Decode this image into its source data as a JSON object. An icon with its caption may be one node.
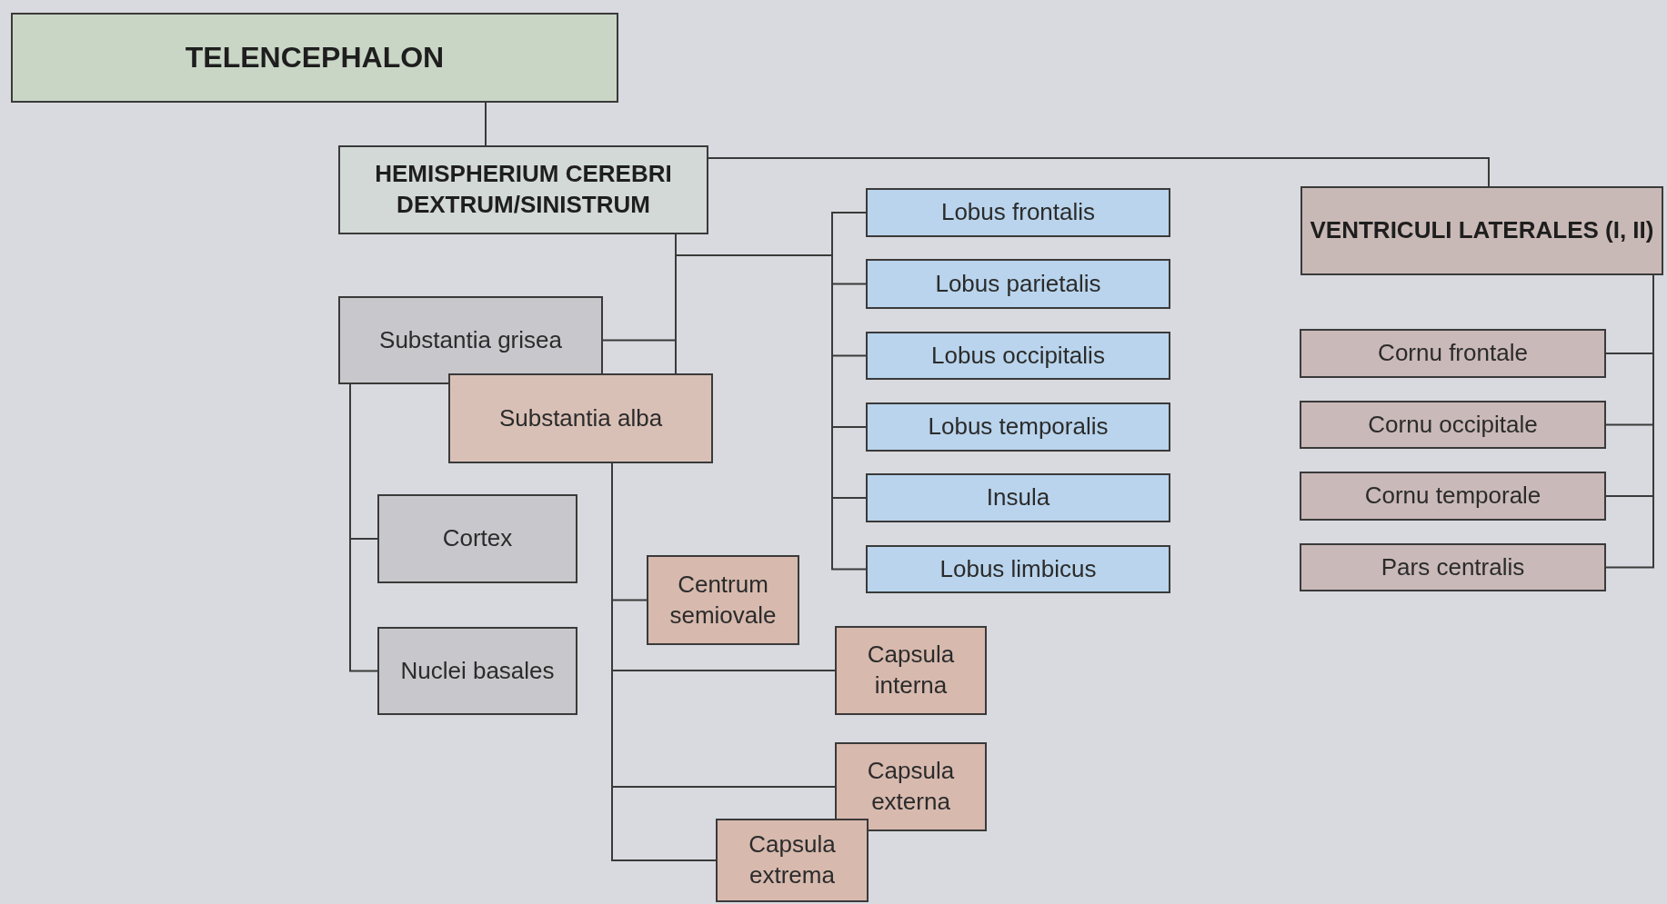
{
  "diagram": {
    "nodes": [
      {
        "text": [
          "TELENCEPHALON"
        ]
      },
      {
        "text": [
          "HEMISPHERIUM CEREBRI DEXTRUM/SINISTRUM"
        ]
      },
      {
        "text": [
          "VENTRICULI LATERALES (I, II)"
        ]
      },
      {
        "text": [
          "Substantia grisea"
        ]
      },
      {
        "text": [
          "Substantia alba"
        ]
      },
      {
        "text": [
          "Cortex"
        ]
      },
      {
        "text": [
          "Nuclei basales"
        ]
      },
      {
        "text": [
          "Centrum semiovale"
        ]
      },
      {
        "text": [
          "Capsula interna"
        ]
      },
      {
        "text": [
          "Capsula externa"
        ]
      },
      {
        "text": [
          "Capsula extrema"
        ]
      },
      {
        "text": [
          "Lobus frontalis"
        ]
      },
      {
        "text": [
          "Lobus parietalis"
        ]
      },
      {
        "text": [
          "Lobus occipitalis"
        ]
      },
      {
        "text": [
          "Lobus temporalis"
        ]
      },
      {
        "text": [
          "Insula"
        ]
      },
      {
        "text": [
          "Lobus limbicus"
        ]
      },
      {
        "text": [
          "Cornu frontale"
        ]
      },
      {
        "text": [
          "Cornu occipitale"
        ]
      },
      {
        "text": [
          "Cornu temporale"
        ]
      },
      {
        "text": [
          "Pars centralis"
        ]
      }
    ],
    "edges": [
      {
        "from": 0,
        "to": 1,
        "arrow": "none"
      },
      {
        "from": 1,
        "to": 2,
        "arrow": "none"
      },
      {
        "from": 1,
        "to": 11,
        "arrow": "none"
      },
      {
        "from": 1,
        "to": 12,
        "arrow": "none"
      },
      {
        "from": 1,
        "to": 13,
        "arrow": "none"
      },
      {
        "from": 1,
        "to": 14,
        "arrow": "none"
      },
      {
        "from": 1,
        "to": 15,
        "arrow": "none"
      },
      {
        "from": 1,
        "to": 16,
        "arrow": "none"
      },
      {
        "from": 1,
        "to": 3,
        "arrow": "none"
      },
      {
        "from": 1,
        "to": 4,
        "arrow": "none"
      },
      {
        "from": 3,
        "to": 5,
        "arrow": "none"
      },
      {
        "from": 3,
        "to": 6,
        "arrow": "none"
      },
      {
        "from": 4,
        "to": 7,
        "arrow": "none"
      },
      {
        "from": 4,
        "to": 8,
        "arrow": "none"
      },
      {
        "from": 4,
        "to": 9,
        "arrow": "none"
      },
      {
        "from": 4,
        "to": 10,
        "arrow": "none"
      },
      {
        "from": 2,
        "to": 17,
        "arrow": "none"
      },
      {
        "from": 2,
        "to": 18,
        "arrow": "none"
      },
      {
        "from": 2,
        "to": 19,
        "arrow": "none"
      },
      {
        "from": 2,
        "to": 20,
        "arrow": "none"
      }
    ]
  }
}
